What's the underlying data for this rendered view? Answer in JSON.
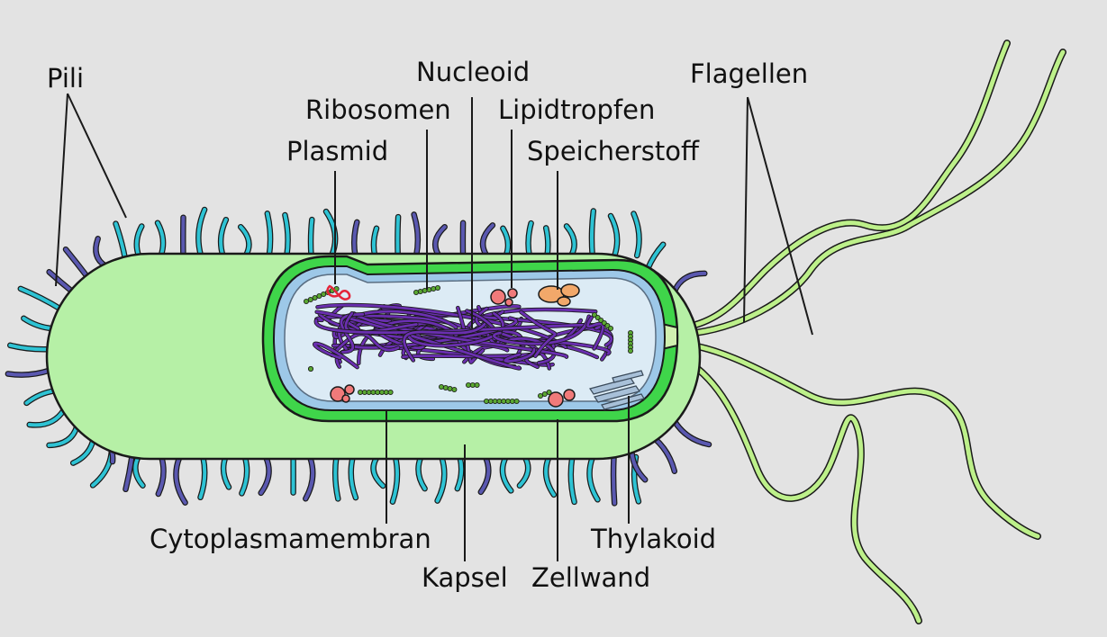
{
  "labels": {
    "pili": "Pili",
    "nucleoid": "Nucleoid",
    "ribosomen": "Ribosomen",
    "lipidtropfen": "Lipidtropfen",
    "plasmid": "Plasmid",
    "speicherstoff": "Speicherstoff",
    "flagellen": "Flagellen",
    "cytoplasmamembran": "Cytoplasmamembran",
    "kapsel": "Kapsel",
    "zellwand": "Zellwand",
    "thylakoid": "Thylakoid"
  },
  "colors": {
    "background": "#e3e3e3",
    "capsule": "#b6f0a6",
    "cell_wall": "#3fd54a",
    "membrane": "#9dc8e8",
    "cytoplasm": "#dcebf5",
    "nucleoid": "#6a2fb0",
    "pili_cyan": "#2ec3d4",
    "pili_purple": "#5a58b0",
    "flagella": "#bdf08a",
    "ribosome": "#5aa832",
    "lipid_droplet": "#f07a7a",
    "storage": "#f2a86a",
    "plasmid": "#e4243a",
    "thylakoid": "#a8c0d8"
  }
}
